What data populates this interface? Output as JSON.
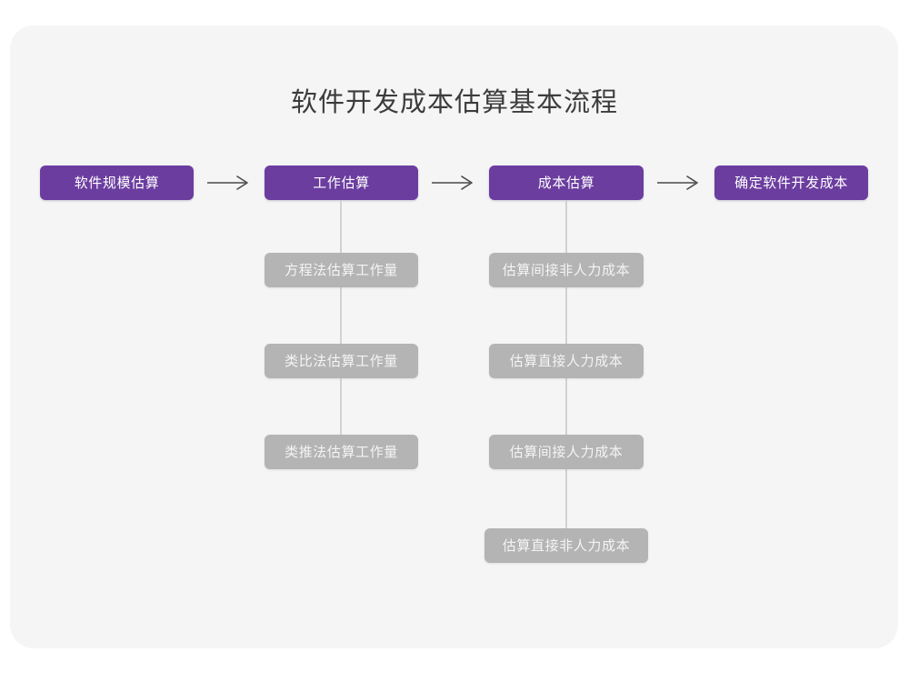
{
  "diagram": {
    "title": "软件开发成本估算基本流程",
    "colors": {
      "page_background": "#FFFFFF",
      "card_background": "#F5F5F6",
      "primary_node": "#6B3D9F",
      "primary_node_text": "#FFFFFF",
      "secondary_node": "#B4B4B4",
      "secondary_node_text": "#F4F4F4",
      "connector_line": "#D2D2D2",
      "arrow": "#4A4A4A",
      "title_text": "#3C3C3C"
    },
    "main_flow": [
      {
        "id": "scale",
        "label": "软件规模估算"
      },
      {
        "id": "effort",
        "label": "工作估算"
      },
      {
        "id": "cost",
        "label": "成本估算"
      },
      {
        "id": "final",
        "label": "确定软件开发成本"
      }
    ],
    "arrows": [
      {
        "id": "arrow-1",
        "icon": "arrow-right-icon",
        "from": "scale",
        "to": "effort"
      },
      {
        "id": "arrow-2",
        "icon": "arrow-right-icon",
        "from": "effort",
        "to": "cost"
      },
      {
        "id": "arrow-3",
        "icon": "arrow-right-icon",
        "from": "cost",
        "to": "final"
      }
    ],
    "sub_flows": [
      {
        "parent": "effort",
        "items": [
          {
            "label": "方程法估算工作量"
          },
          {
            "label": "类比法估算工作量"
          },
          {
            "label": "类推法估算工作量"
          }
        ]
      },
      {
        "parent": "cost",
        "items": [
          {
            "label": "估算间接非人力成本"
          },
          {
            "label": "估算直接人力成本"
          },
          {
            "label": "估算间接人力成本"
          },
          {
            "label": "估算直接非人力成本"
          }
        ]
      }
    ]
  }
}
